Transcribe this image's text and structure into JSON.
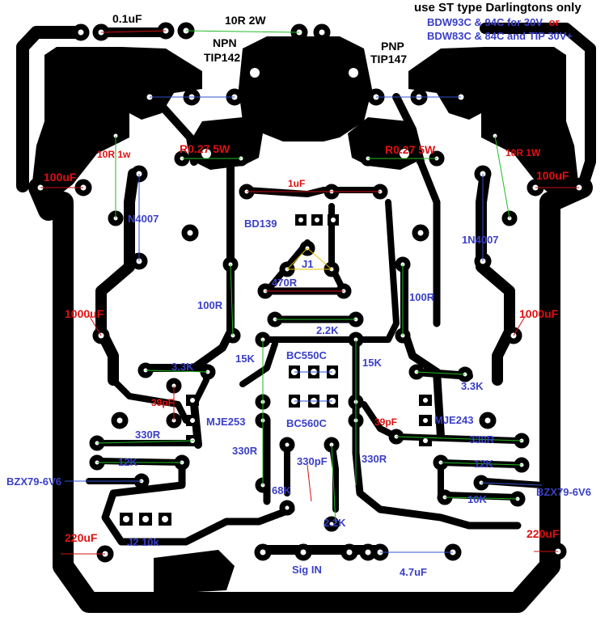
{
  "header": {
    "line1": "use ST type Darlingtons only",
    "line2a": "BDW93C & 94C for 30V",
    "line2b": "or",
    "line3": "BDW83C & 84C and TIP 30V+"
  },
  "colors": {
    "copper": "#000000",
    "pad": "#ffffff",
    "red_text": "#e01010",
    "blue_text": "#3a3fc8",
    "jumper_green": "#22bb22",
    "jumper_blue": "#3050d0",
    "jumper_red": "#d01010"
  },
  "labels": {
    "cap_01": "0.1uF",
    "res_10r2w": "10R 2W",
    "npn": "NPN",
    "npn_part": "TIP142",
    "pnp": "PNP",
    "pnp_part": "TIP147",
    "res_10r1w_left": "10R 1w",
    "res_r027_left": "R0.27 5W",
    "res_r027_right": "R0.27 5W",
    "res_10r1w_right": "10R 1W",
    "cap_100uf_left": "100uF",
    "cap_100uf_right": "100uF",
    "cap_1uf": "1uF",
    "diode_left": "N4007",
    "diode_right": "1N4007",
    "bd139": "BD139",
    "j1": "J1",
    "res_470r": "470R",
    "res_100r_left": "100R",
    "res_100r_right": "100R",
    "cap_1000uf_left": "1000uF",
    "cap_1000uf_right": "1000uF",
    "res_22k_top": "2.2K",
    "res_15k_left": "15K",
    "res_15k_right": "15K",
    "bc550c": "BC550C",
    "bc560c": "BC560C",
    "res_33k_left": "3.3K",
    "res_33k_right": "3.3K",
    "cap_39pf_left": "39pF",
    "cap_39pf_right": "39pF",
    "mje253": "MJE253",
    "mje243": "MJE243",
    "res_330r_left": "330R",
    "res_330r_right": "330R",
    "res_330r_mid_left": "330R",
    "res_330r_mid_right": "330R",
    "cap_330pf": "330pF",
    "res_12k_left": "12K",
    "res_12k_right": "12K",
    "zener_left": "BZX79-6V6",
    "zener_right": "BZX79-6V6",
    "res_68k": "68K",
    "res_10k_right": "10K",
    "res_22k_bottom": "2.2K",
    "cap_220uf_left": "220uF",
    "cap_220uf_right": "220uF",
    "j2": "J2 10k",
    "sig_in": "Sig IN",
    "cap_47uf": "4.7uF"
  }
}
